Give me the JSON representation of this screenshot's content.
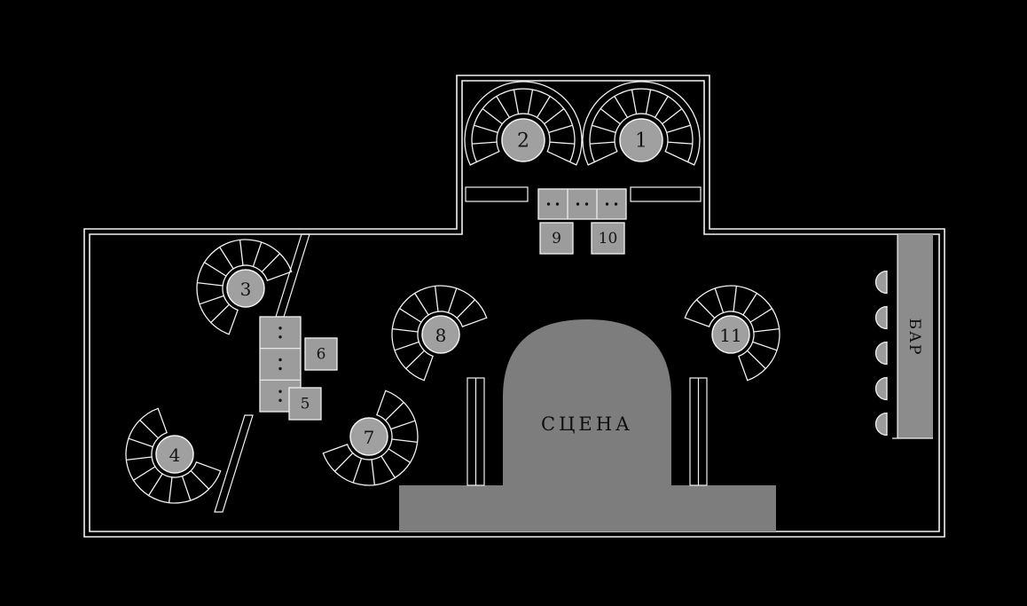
{
  "plan": {
    "stage_label": "СЦЕНА",
    "bar_label": "БАР",
    "tables": [
      {
        "id": 1,
        "label": "1"
      },
      {
        "id": 2,
        "label": "2"
      },
      {
        "id": 3,
        "label": "3"
      },
      {
        "id": 4,
        "label": "4"
      },
      {
        "id": 5,
        "label": "5"
      },
      {
        "id": 6,
        "label": "6"
      },
      {
        "id": 7,
        "label": "7"
      },
      {
        "id": 8,
        "label": "8"
      },
      {
        "id": 9,
        "label": "9"
      },
      {
        "id": 10,
        "label": "10"
      },
      {
        "id": 11,
        "label": "11"
      }
    ],
    "colors": {
      "background": "#000000",
      "outline": "#f2f2f2",
      "table_fill": "#9c9c9c",
      "stage_fill": "#7d7d7d",
      "bar_fill": "#8c8c8c",
      "label_text": "#141414"
    }
  }
}
